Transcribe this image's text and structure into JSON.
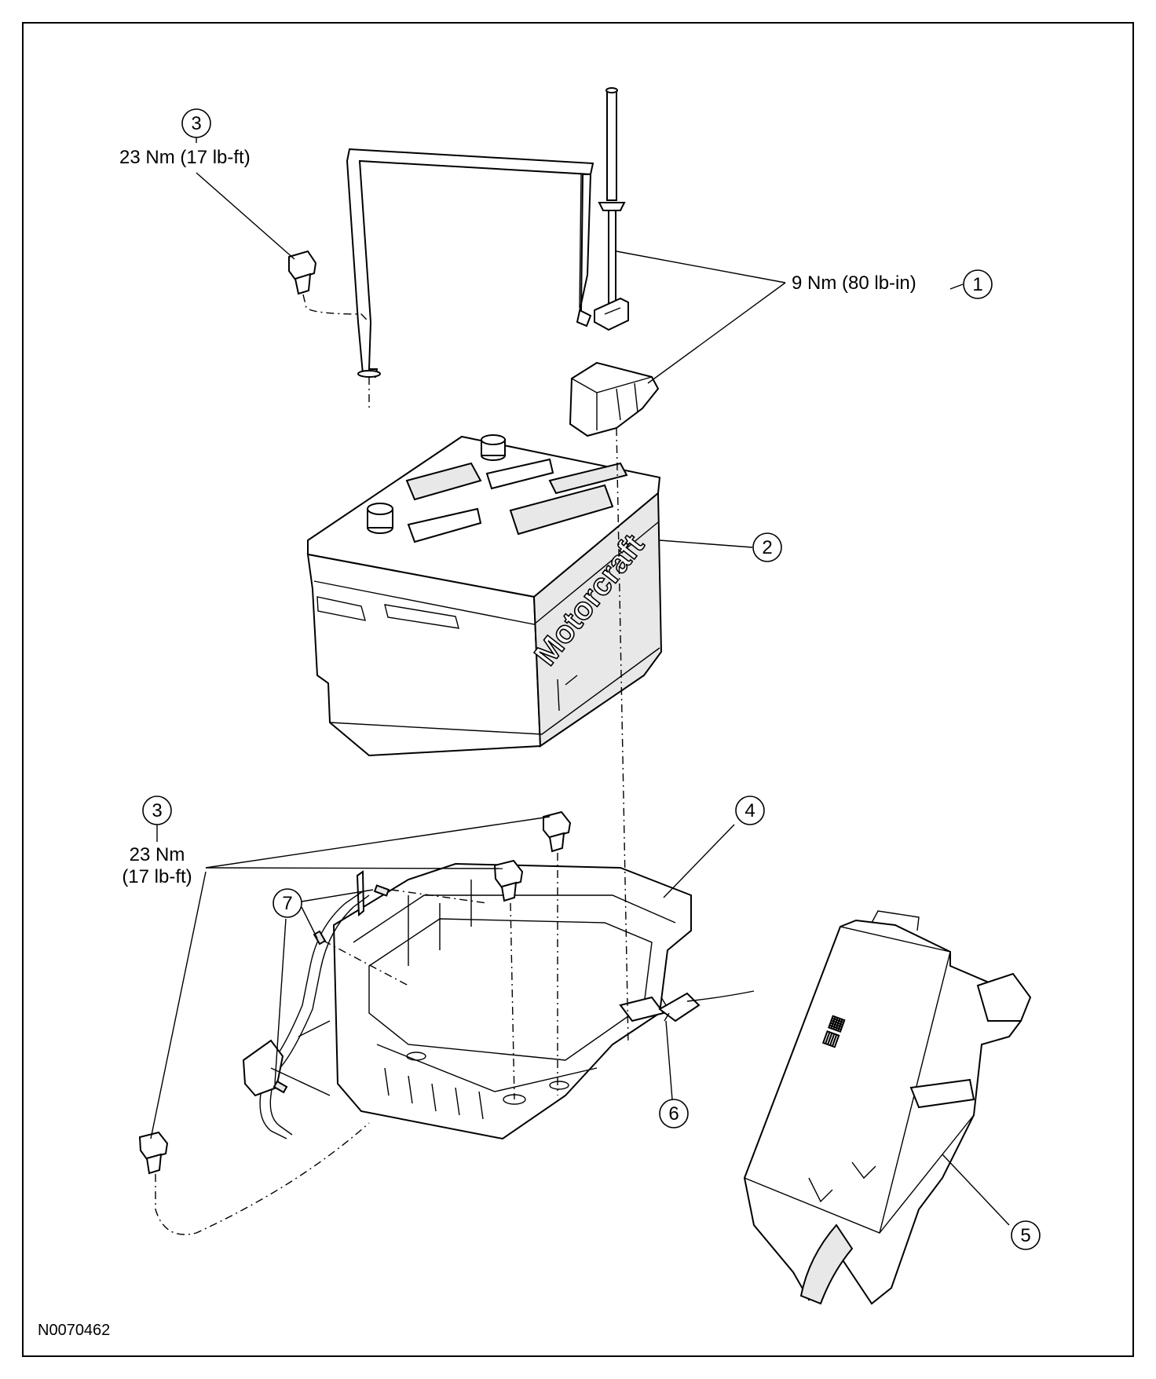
{
  "figure_id": "N0070462",
  "brand_text": "Motorcraft",
  "callouts": [
    {
      "num": "1",
      "torque": "9 Nm (80 lb-in)"
    },
    {
      "num": "2"
    },
    {
      "num": "3",
      "torque": "23 Nm (17 lb-ft)"
    },
    {
      "num": "3",
      "torque_line1": "23 Nm",
      "torque_line2": "(17 lb-ft)"
    },
    {
      "num": "4"
    },
    {
      "num": "5"
    },
    {
      "num": "6"
    },
    {
      "num": "7"
    }
  ]
}
